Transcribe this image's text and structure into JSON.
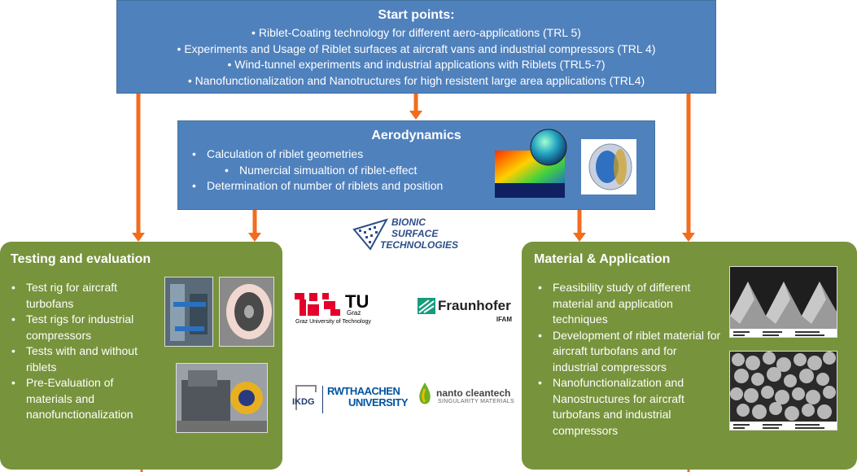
{
  "start": {
    "title": "Start points:",
    "items": [
      "Riblet-Coating technology for different aero-applications (TRL 5)",
      "Experiments and Usage of Riblet surfaces at aircraft vans and industrial compressors (TRL 4)",
      "Wind-tunnel experiments and industrial applications with Riblets (TRL5-7)",
      "Nanofunctionalization and Nanotructures for high resistent large area applications (TRL4)"
    ]
  },
  "aero": {
    "title": "Aerodynamics",
    "items": [
      "Calculation of riblet geometries",
      "Numercial simualtion of riblet-effect",
      "Determination of number of riblets and position"
    ]
  },
  "testing": {
    "title": "Testing and evaluation",
    "items": [
      "Test rig for aircraft turbofans",
      "Test rigs for industrial compressors",
      "Tests with and without riblets",
      "Pre-Evaluation of materials and nanofunctionalization"
    ]
  },
  "material": {
    "title": "Material & Application",
    "items": [
      "Feasibility study of different material and application techniques",
      "Development of riblet material for aircraft turbofans and for industrial compressors",
      "Nanofunctionalization and Nanostructures for aircraft turbofans and industrial compressors"
    ]
  },
  "logos": {
    "bionic": [
      "BIONIC",
      "SURFACE",
      "TECHNOLOGIES"
    ],
    "tu_main": "TU",
    "tu_sub": "Graz",
    "tu_caption": "Graz University of Technology",
    "fraunhofer": "Fraunhofer",
    "fraunhofer_sub": "IFAM",
    "ikdg": "IKDG",
    "rwth_1": "RWTHAACHEN",
    "rwth_2": "UNIVERSITY",
    "nanto": "nanto cleantech",
    "nanto_sub": "SINGULARITY MATERIALS"
  },
  "colors": {
    "blue_box": "#4f81bd",
    "green_box": "#77933c",
    "arrow": "#f26c1d"
  }
}
